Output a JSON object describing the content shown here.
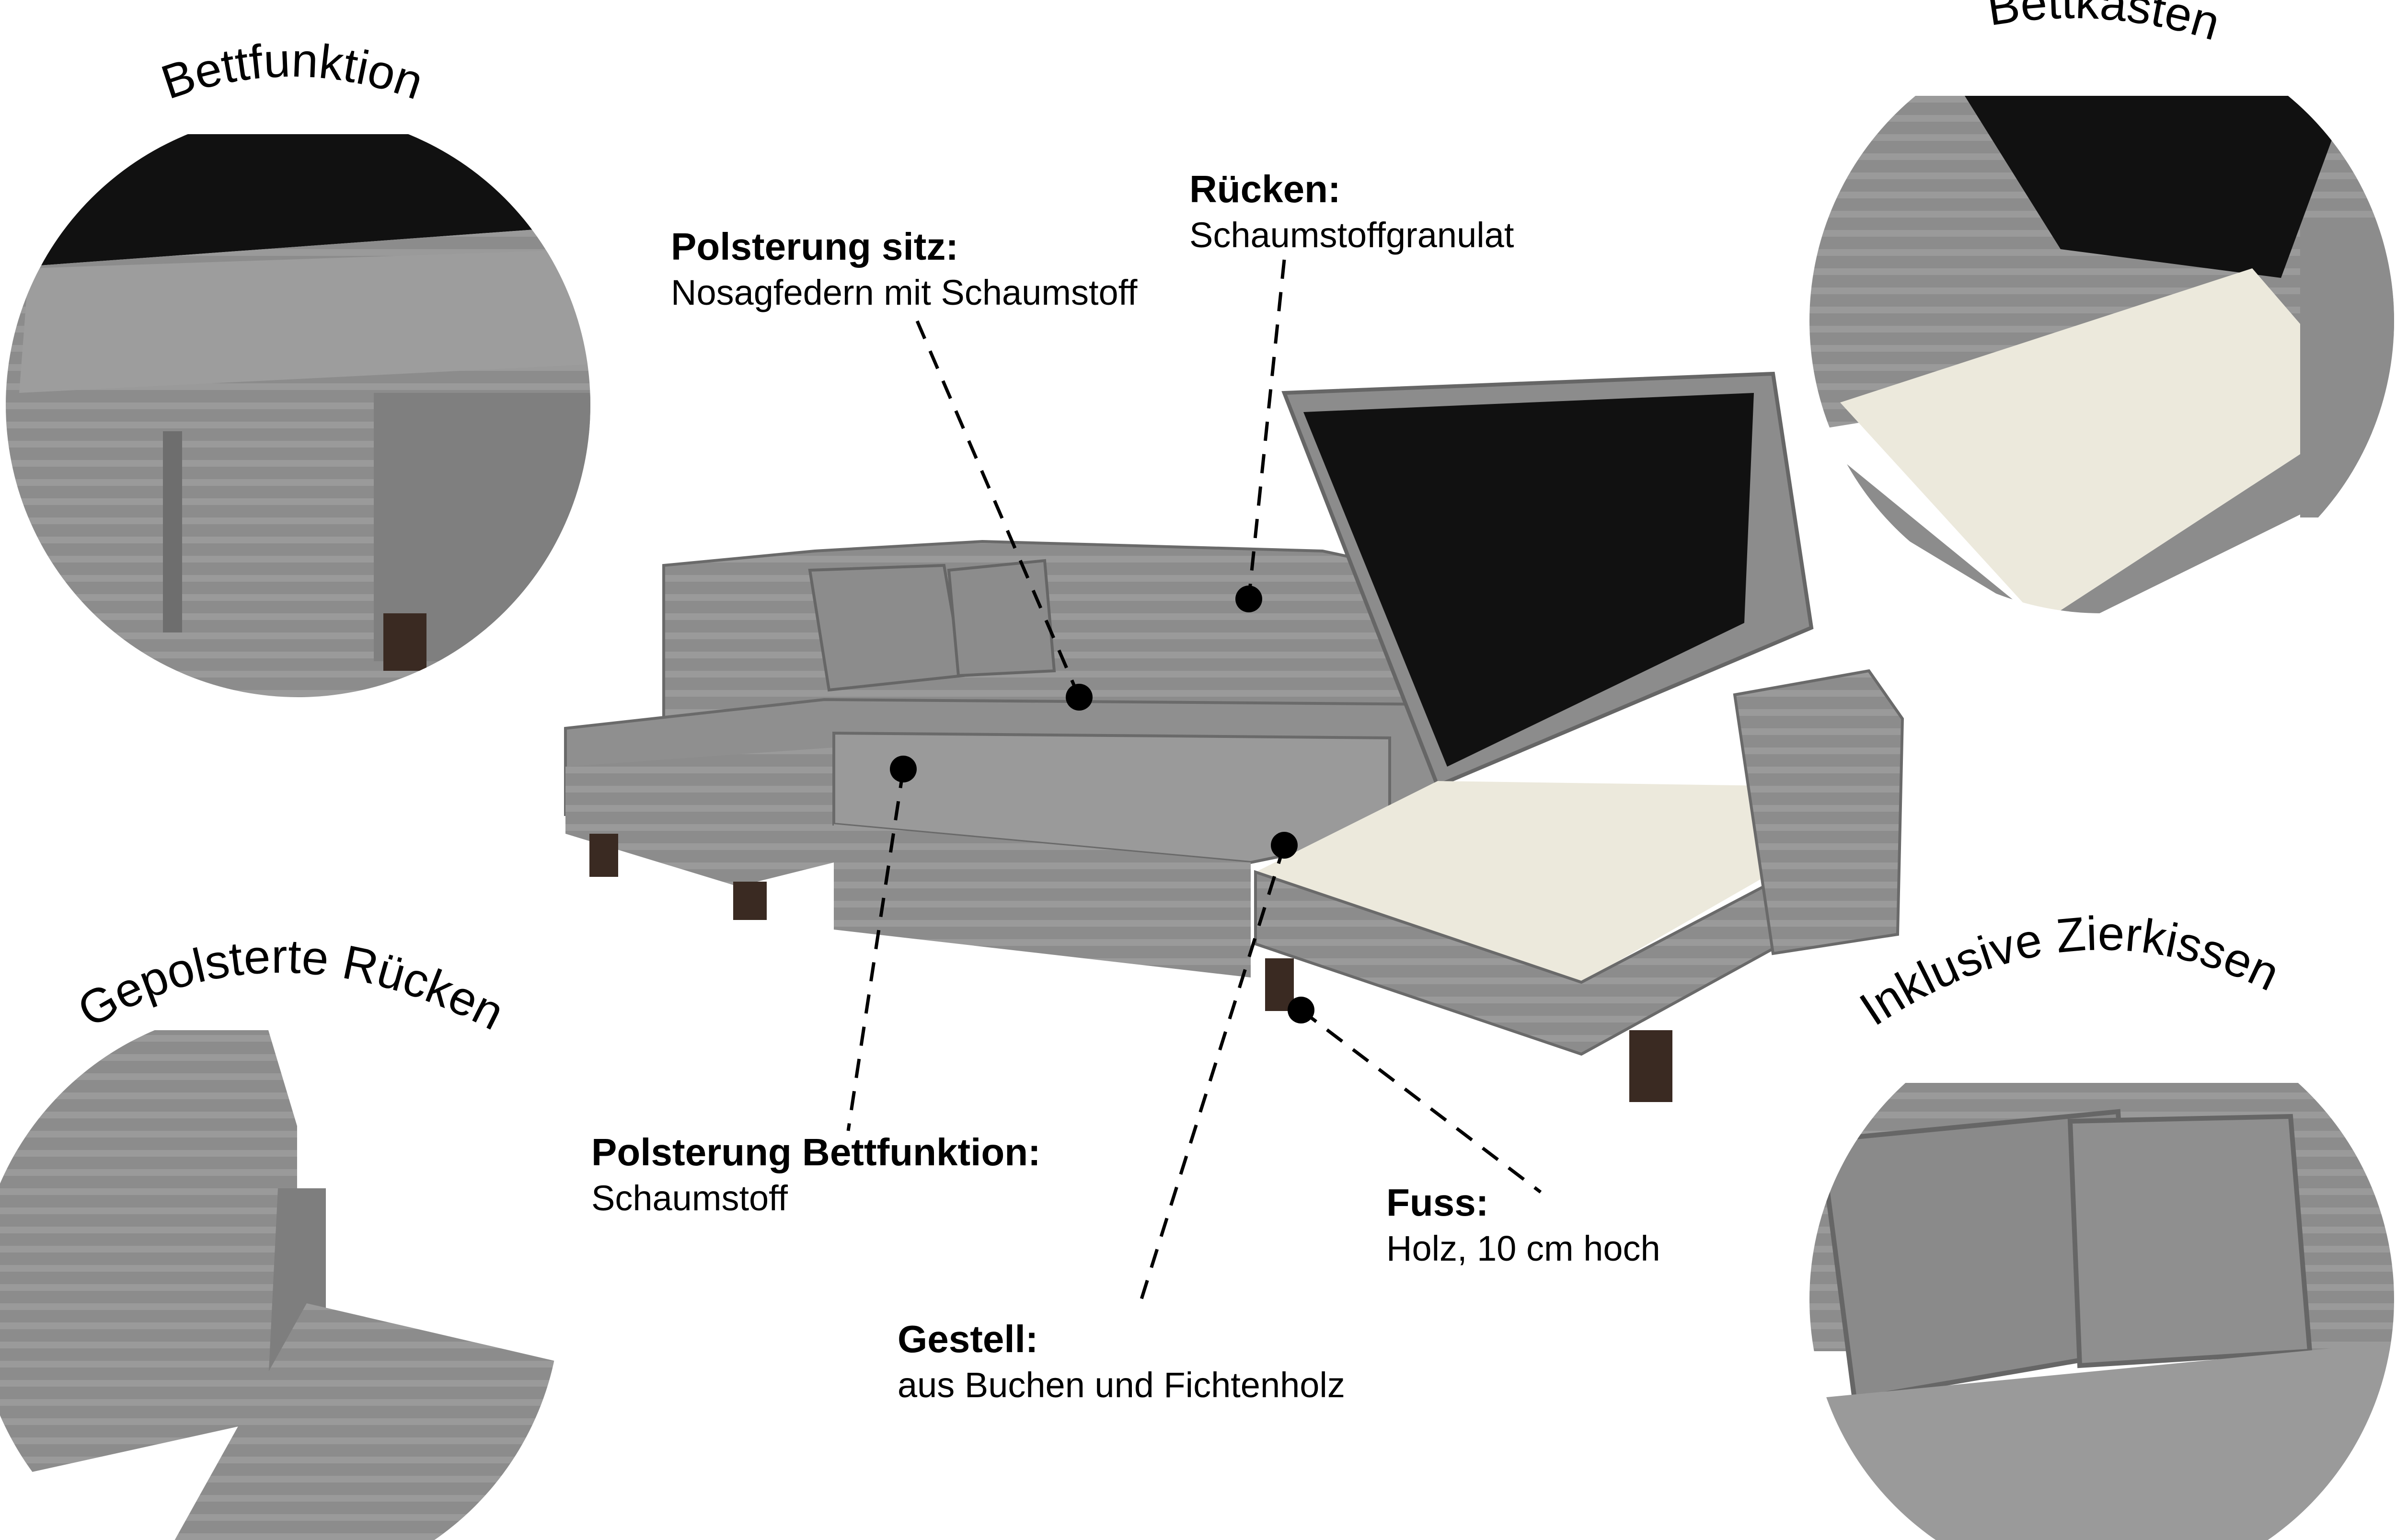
{
  "circles": {
    "top_left": {
      "title": "Bettfunktion"
    },
    "top_right": {
      "title": "Bettkasten"
    },
    "bottom_left": {
      "title": "Gepolsterte Rücken"
    },
    "bottom_right": {
      "title": "Inklusive Zierkissen"
    }
  },
  "callouts": [
    {
      "title": "Polsterung sitz:",
      "text": "Nosagfedern mit Schaumstoff"
    },
    {
      "title": "Rücken:",
      "text": "Schaumstoffgranulat"
    },
    {
      "title": "Polsterung Bettfunktion:",
      "text": "Schaumstoff"
    },
    {
      "title": "Fuss:",
      "text": "Holz, 10 cm hoch"
    },
    {
      "title": "Gestell:",
      "text": "aus Buchen und Fichtenholz"
    }
  ],
  "colors": {
    "fabric": "#8c8c8c",
    "fabric_dark": "#6e6e6e",
    "storage_inside": "#ece9dc",
    "legs": "#3a2a22",
    "text": "#000000"
  }
}
